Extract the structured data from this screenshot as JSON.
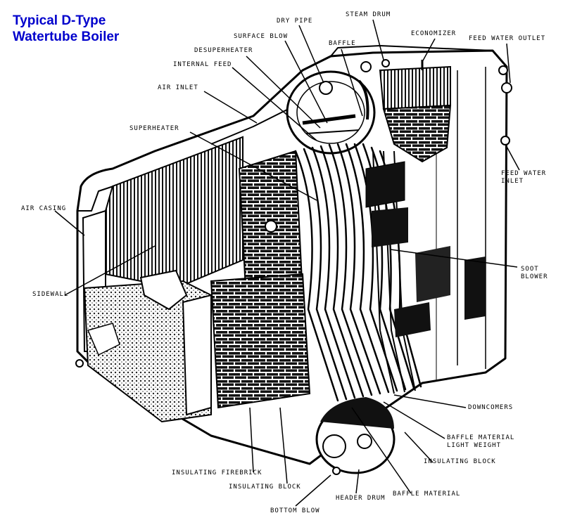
{
  "title": {
    "line1": "Typical D-Type",
    "line2": "Watertube Boiler"
  },
  "labels": {
    "dry_pipe": "DRY PIPE",
    "steam_drum": "STEAM DRUM",
    "surface_blow": "SURFACE BLOW",
    "baffle": "BAFFLE",
    "economizer": "ECONOMIZER",
    "feed_water_outlet": "FEED WATER OUTLET",
    "desuperheater": "DESUPERHEATER",
    "internal_feed": "INTERNAL FEED",
    "air_inlet": "AIR INLET",
    "superheater": "SUPERHEATER",
    "feed_water_inlet_1": "FEED WATER",
    "feed_water_inlet_2": "INLET",
    "air_casing": "AIR CASING",
    "soot_blower_1": "SOOT",
    "soot_blower_2": "BLOWER",
    "sidewall": "SIDEWALL",
    "downcomers": "DOWNCOMERS",
    "baffle_material_lw_1": "BAFFLE MATERIAL",
    "baffle_material_lw_2": "LIGHT WEIGHT",
    "insulating_block_right": "INSULATING BLOCK",
    "insulating_firebrick": "INSULATING FIREBRICK",
    "insulating_block_bottom": "INSULATING BLOCK",
    "baffle_material": "BAFFLE MATERIAL",
    "header_drum": "HEADER DRUM",
    "bottom_blow": "BOTTOM BLOW"
  }
}
